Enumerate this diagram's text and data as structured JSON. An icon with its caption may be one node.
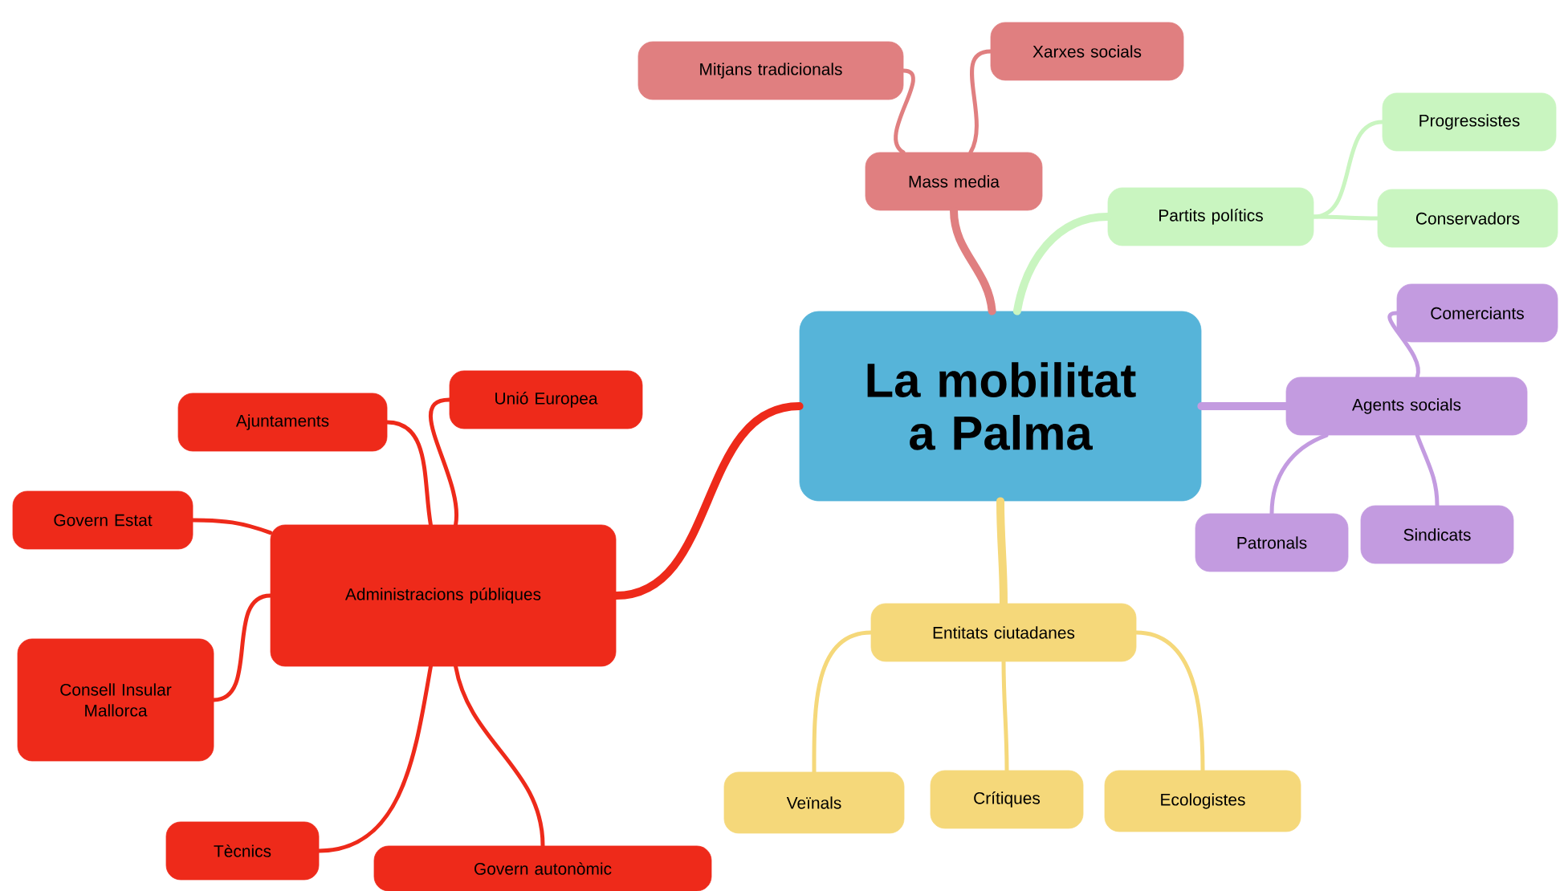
{
  "diagram": {
    "nodes": [
      {
        "text": [
          "La mobilitat a Palma"
        ]
      },
      {
        "text": [
          "Mass media"
        ]
      },
      {
        "text": [
          "Mitjans tradicionals"
        ]
      },
      {
        "text": [
          "Xarxes socials"
        ]
      },
      {
        "text": [
          "Partits polítics"
        ]
      },
      {
        "text": [
          "Progressistes"
        ]
      },
      {
        "text": [
          "Conservadors"
        ]
      },
      {
        "text": [
          "Agents socials"
        ]
      },
      {
        "text": [
          "Comerciants"
        ]
      },
      {
        "text": [
          "Sindicats"
        ]
      },
      {
        "text": [
          "Patronals"
        ]
      },
      {
        "text": [
          "Entitats ciutadanes"
        ]
      },
      {
        "text": [
          "Veïnals"
        ]
      },
      {
        "text": [
          "Crítiques"
        ]
      },
      {
        "text": [
          "Ecologistes"
        ]
      },
      {
        "text": [
          "Administracions públiques"
        ]
      },
      {
        "text": [
          "Unió Europea"
        ]
      },
      {
        "text": [
          "Ajuntaments"
        ]
      },
      {
        "text": [
          "Govern Estat"
        ]
      },
      {
        "text": [
          "Consell Insular Mallorca"
        ]
      },
      {
        "text": [
          "Tècnics"
        ]
      },
      {
        "text": [
          "Govern autonòmic"
        ]
      }
    ],
    "edges": [
      {
        "from": 0,
        "to": 1,
        "arrow": "none",
        "style": "thick",
        "color": "#e07f80"
      },
      {
        "from": 1,
        "to": 2,
        "arrow": "none",
        "color": "#e07f80"
      },
      {
        "from": 1,
        "to": 3,
        "arrow": "none",
        "color": "#e07f80"
      },
      {
        "from": 0,
        "to": 4,
        "arrow": "none",
        "style": "thick",
        "color": "#c9f5c0"
      },
      {
        "from": 4,
        "to": 5,
        "arrow": "none",
        "color": "#c9f5c0"
      },
      {
        "from": 4,
        "to": 6,
        "arrow": "none",
        "color": "#c9f5c0"
      },
      {
        "from": 0,
        "to": 7,
        "arrow": "none",
        "style": "thick",
        "color": "#c39be0"
      },
      {
        "from": 7,
        "to": 8,
        "arrow": "none",
        "color": "#c39be0"
      },
      {
        "from": 7,
        "to": 9,
        "arrow": "none",
        "color": "#c39be0"
      },
      {
        "from": 7,
        "to": 10,
        "arrow": "none",
        "color": "#c39be0"
      },
      {
        "from": 0,
        "to": 11,
        "arrow": "none",
        "style": "thick",
        "color": "#f5d87a"
      },
      {
        "from": 11,
        "to": 12,
        "arrow": "none",
        "color": "#f5d87a"
      },
      {
        "from": 11,
        "to": 13,
        "arrow": "none",
        "color": "#f5d87a"
      },
      {
        "from": 11,
        "to": 14,
        "arrow": "none",
        "color": "#f5d87a"
      },
      {
        "from": 0,
        "to": 15,
        "arrow": "none",
        "style": "thick"
      },
      {
        "from": 15,
        "to": 16,
        "arrow": "none"
      },
      {
        "from": 15,
        "to": 17,
        "arrow": "none"
      },
      {
        "from": 15,
        "to": 18,
        "arrow": "none"
      },
      {
        "from": 15,
        "to": 19,
        "arrow": "none"
      },
      {
        "from": 15,
        "to": 20,
        "arrow": "none"
      },
      {
        "from": 15,
        "to": 21,
        "arrow": "none"
      }
    ]
  }
}
